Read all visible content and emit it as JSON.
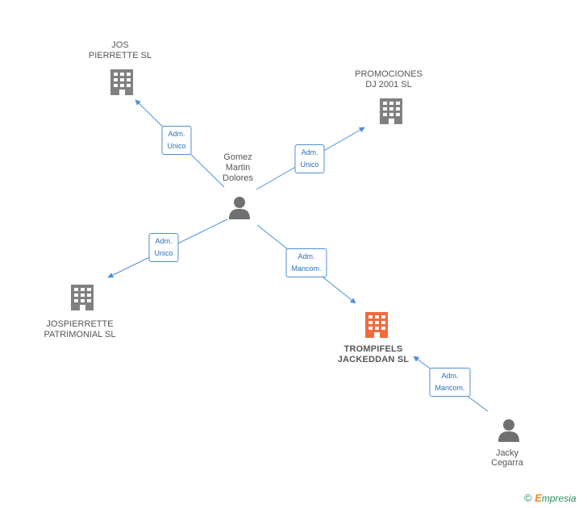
{
  "colors": {
    "edge": "#4a90d9",
    "node_gray": "#808080",
    "node_main": "#f06a3c",
    "person": "#707070"
  },
  "nodes": {
    "jos_pierrette": {
      "label": "JOS\nPIERRETTE SL",
      "type": "company"
    },
    "promociones_dj": {
      "label": "PROMOCIONES\nDJ 2001 SL",
      "type": "company"
    },
    "gomez_martin": {
      "label": "Gomez\nMartin\nDolores",
      "type": "person"
    },
    "jospierrette_patrimonial": {
      "label": "JOSPIERRETTE\nPATRIMONIAL SL",
      "type": "company"
    },
    "trompifels": {
      "label": "TROMPIFELS\nJACKEDDAN SL",
      "type": "company-main"
    },
    "jacky_cegarra": {
      "label": "Jacky\nCegarra",
      "type": "person"
    }
  },
  "edges": [
    {
      "from": "gomez_martin",
      "to": "jos_pierrette",
      "label": "Adm.\nUnico"
    },
    {
      "from": "gomez_martin",
      "to": "promociones_dj",
      "label": "Adm.\nUnico"
    },
    {
      "from": "gomez_martin",
      "to": "jospierrette_patrimonial",
      "label": "Adm.\nUnico"
    },
    {
      "from": "gomez_martin",
      "to": "trompifels",
      "label": "Adm.\nMancom."
    },
    {
      "from": "jacky_cegarra",
      "to": "trompifels",
      "label": "Adm.\nMancom."
    }
  ],
  "footer": {
    "copyright": "©",
    "brand_initial": "E",
    "brand_rest": "mpresia"
  }
}
